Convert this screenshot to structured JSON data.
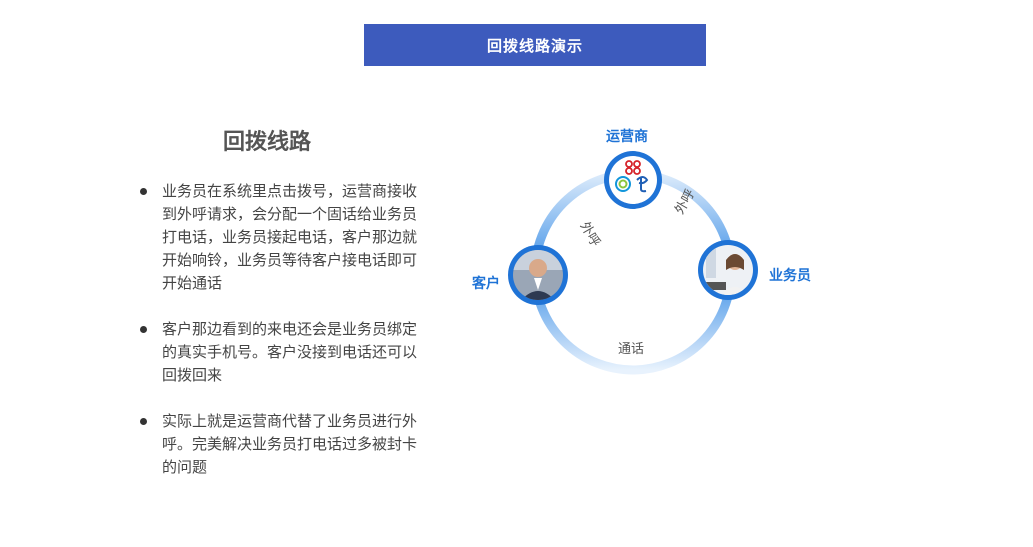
{
  "banner": {
    "title": "回拨线路演示"
  },
  "section": {
    "heading": "回拨线路",
    "bullets": [
      "业务员在系统里点击拨号，运营商接收到外呼请求，会分配一个固话给业务员打电话，业务员接起电话，客户那边就开始响铃，业务员等待客户接电话即可开始通话",
      "客户那边看到的来电还会是业务员绑定的真实手机号。客户没接到电话还可以回拨回来",
      "实际上就是运营商代替了业务员进行外呼。完美解决业务员打电话过多被封卡的问题"
    ]
  },
  "diagram": {
    "nodes": {
      "operator": "运营商",
      "customer": "客户",
      "salesperson": "业务员"
    },
    "edges": {
      "left": "外呼",
      "right": "外呼",
      "bottom": "通话"
    },
    "colors": {
      "accent": "#1f73d6",
      "ring_light": "#dcebfb"
    }
  }
}
